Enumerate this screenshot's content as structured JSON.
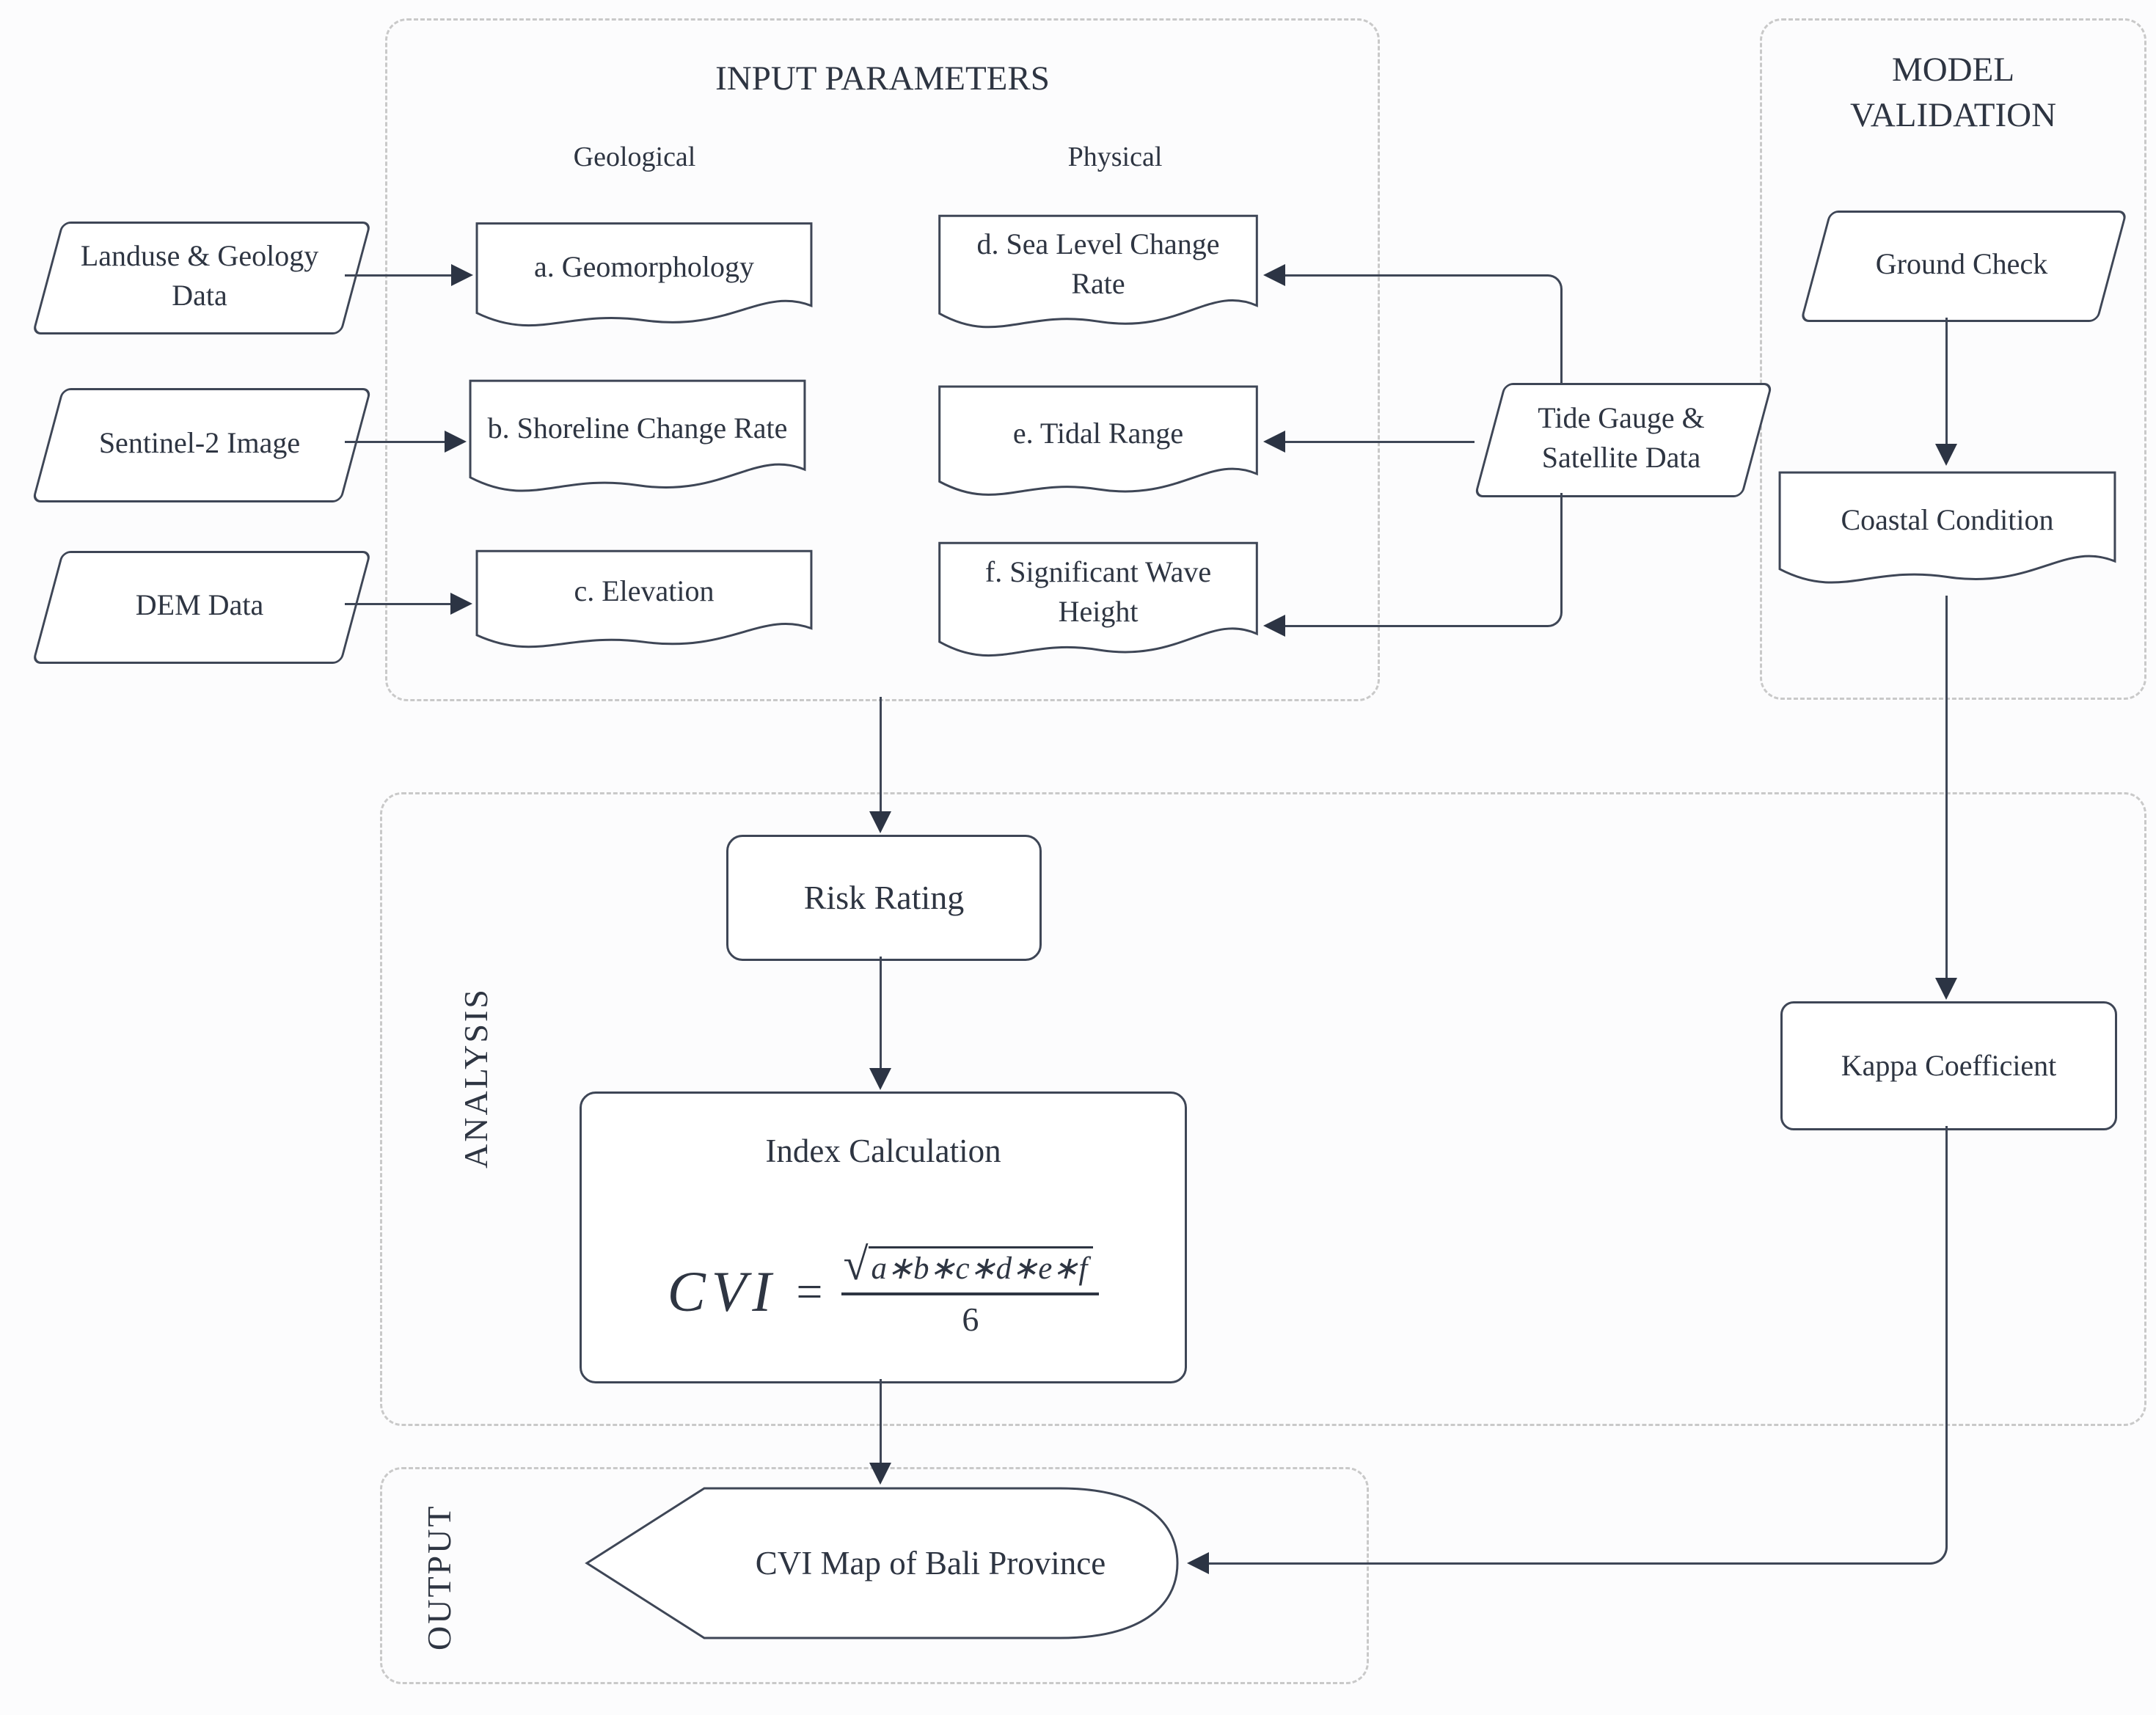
{
  "diagram": {
    "sections": {
      "input": {
        "title": "INPUT PARAMETERS"
      },
      "validation": {
        "title_line1": "MODEL",
        "title_line2": "VALIDATION"
      },
      "analysis": {
        "title": "ANALYSIS"
      },
      "output": {
        "title": "OUTPUT"
      }
    },
    "columns": {
      "geological": "Geological",
      "physical": "Physical"
    },
    "nodes": {
      "landuse": "Landuse & Geology Data",
      "sentinel": "Sentinel-2 Image",
      "dem": "DEM Data",
      "geomorphology": "a. Geomorphology",
      "shoreline": "b. Shoreline Change Rate",
      "elevation": "c. Elevation",
      "sea_level": "d. Sea Level Change Rate",
      "tidal_range": "e. Tidal Range",
      "wave_height": "f. Significant Wave Height",
      "tide_gauge": "Tide Gauge & Satellite Data",
      "ground_check": "Ground Check",
      "coastal_condition": "Coastal Condition",
      "kappa": "Kappa Coefficient",
      "risk_rating": "Risk Rating",
      "index_calculation": "Index Calculation",
      "cvi_map": "CVI Map of Bali Province"
    },
    "formula": {
      "lhs": "CVI",
      "equals": "=",
      "radical": "√",
      "radicand": "a∗b∗c∗d∗e∗f",
      "denominator": "6"
    },
    "colors": {
      "line": "#3e4656",
      "arrowhead": "#2c3444",
      "text": "#2e3542",
      "dashed_border": "#c9c9c9",
      "node_fill": "#ffffff"
    }
  }
}
